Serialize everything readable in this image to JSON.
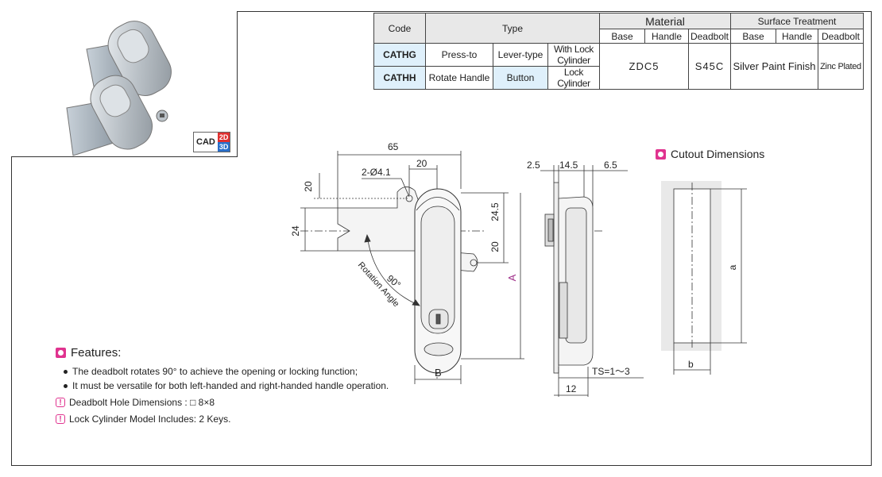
{
  "table": {
    "code_header": "Code",
    "type_header": "Type",
    "material_header": "Material",
    "surface_header": "Surface Treatment",
    "sub_headers": [
      "Base",
      "Handle",
      "Deadbolt",
      "Base",
      "Handle",
      "Deadbolt"
    ],
    "codes": [
      "CATHG",
      "CATHH"
    ],
    "type_col1": [
      "Press-to",
      "Rotate Handle"
    ],
    "type_col2": [
      "Lever-type",
      "Button"
    ],
    "type_col3": [
      "With Lock Cylinder",
      "Lock Cylinder"
    ],
    "material_base_handle": "ZDC5",
    "material_deadbolt": "S45C",
    "surface_base_handle": "Silver Paint Finish",
    "surface_deadbolt": "Zinc Plated"
  },
  "cad_badge": {
    "label": "CAD",
    "d2": "2D",
    "d3": "3D"
  },
  "front_view": {
    "dims": {
      "width_65": "65",
      "holes": "2-Ø4.1",
      "top_20": "20",
      "left_20": "20",
      "left_24": "24",
      "right_24_5": "24.5",
      "right_20": "20",
      "angle": "90°",
      "rotation_label": "Rotation Angle",
      "A": "A",
      "B": "B"
    }
  },
  "side_view": {
    "dims": {
      "d2_5": "2.5",
      "d14_5": "14.5",
      "d6_5": "6.5",
      "ts": "TS=1～3",
      "d12": "12"
    }
  },
  "cutout": {
    "title": "Cutout Dimensions",
    "a": "a",
    "b": "b"
  },
  "features": {
    "title": "Features:",
    "items": [
      "The deadbolt rotates 90° to achieve the opening or locking function;",
      "It must be versatile for both left-handed and right-handed handle operation."
    ]
  },
  "notes": [
    "Deadbolt Hole Dimensions : □ 8×8",
    "Lock Cylinder Model Includes: 2 Keys."
  ],
  "colors": {
    "accent": "#e0338f",
    "code_blue": "#1e78c8",
    "cell_bg": "#dff0fb"
  }
}
